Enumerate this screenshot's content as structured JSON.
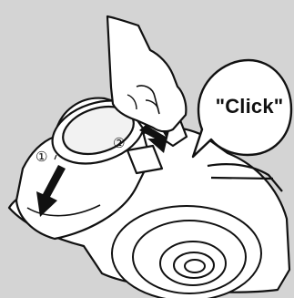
{
  "callout": {
    "text": "\"Click\""
  },
  "steps": [
    {
      "marker": "①"
    },
    {
      "marker": "②"
    }
  ],
  "colors": {
    "background": "#d4d4d4",
    "outline": "#111111",
    "fill": "#ffffff",
    "shade": "#e8e8e8"
  },
  "icons": {
    "arrow_1": "down-left-arrow-icon",
    "arrow_2": "down-arrow-icon"
  }
}
